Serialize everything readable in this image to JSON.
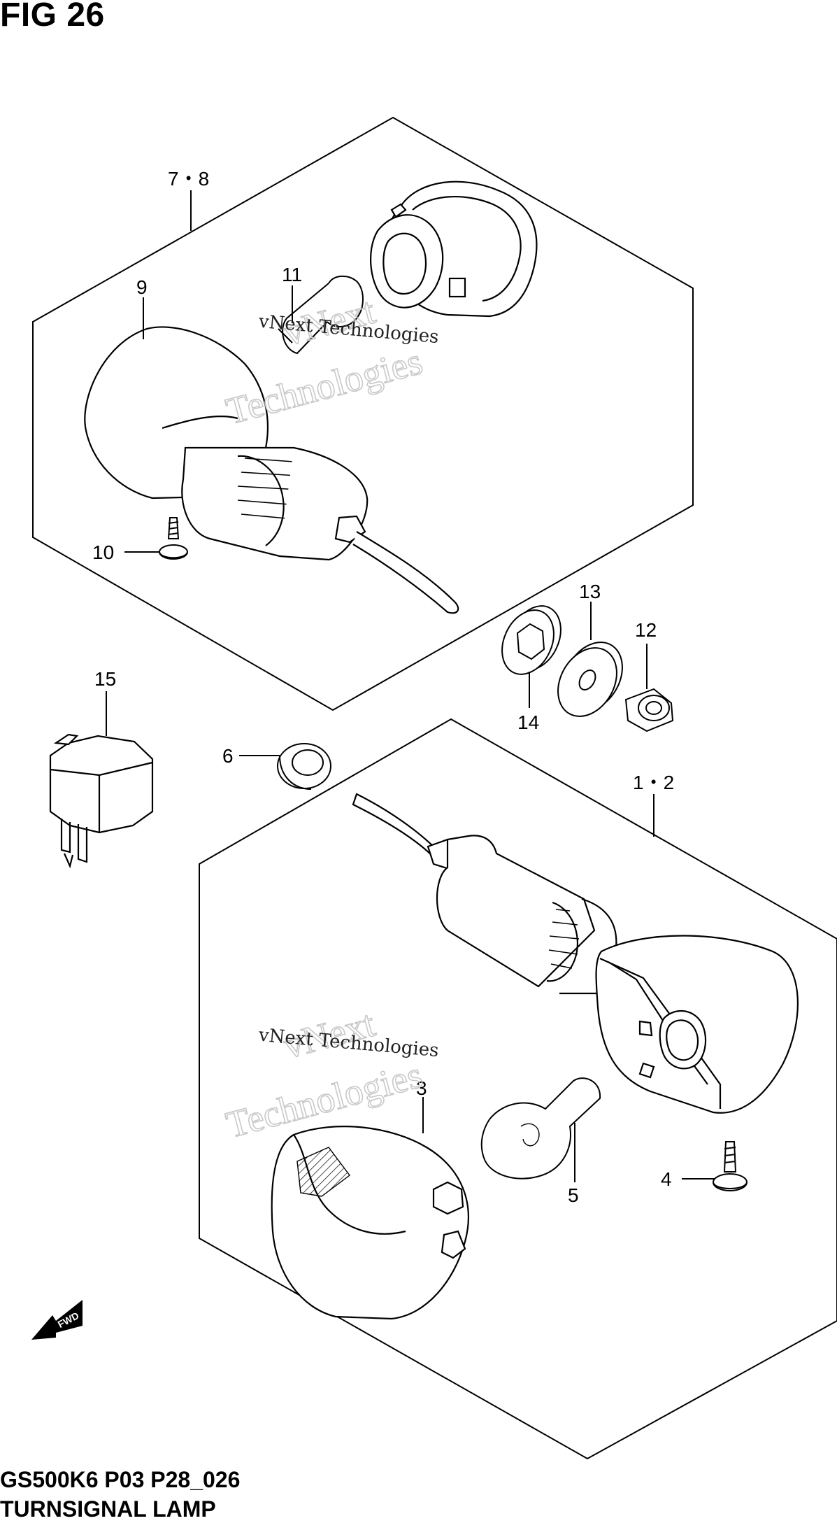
{
  "figure": {
    "title": "FIG 26",
    "model_code": "GS500K6 P03 P28_026",
    "part_name": "TURNSIGNAL LAMP"
  },
  "callouts": {
    "c78": "7・8",
    "c9": "9",
    "c11": "11",
    "c10": "10",
    "c13": "13",
    "c12": "12",
    "c14": "14",
    "c15": "15",
    "c6": "6",
    "c12b": "1・2",
    "c3": "3",
    "c5": "5",
    "c4": "4"
  },
  "fwd_label": "FWD",
  "watermark": {
    "line1": "vNext",
    "line2": "Technologies",
    "small": "vNext Technologies"
  }
}
